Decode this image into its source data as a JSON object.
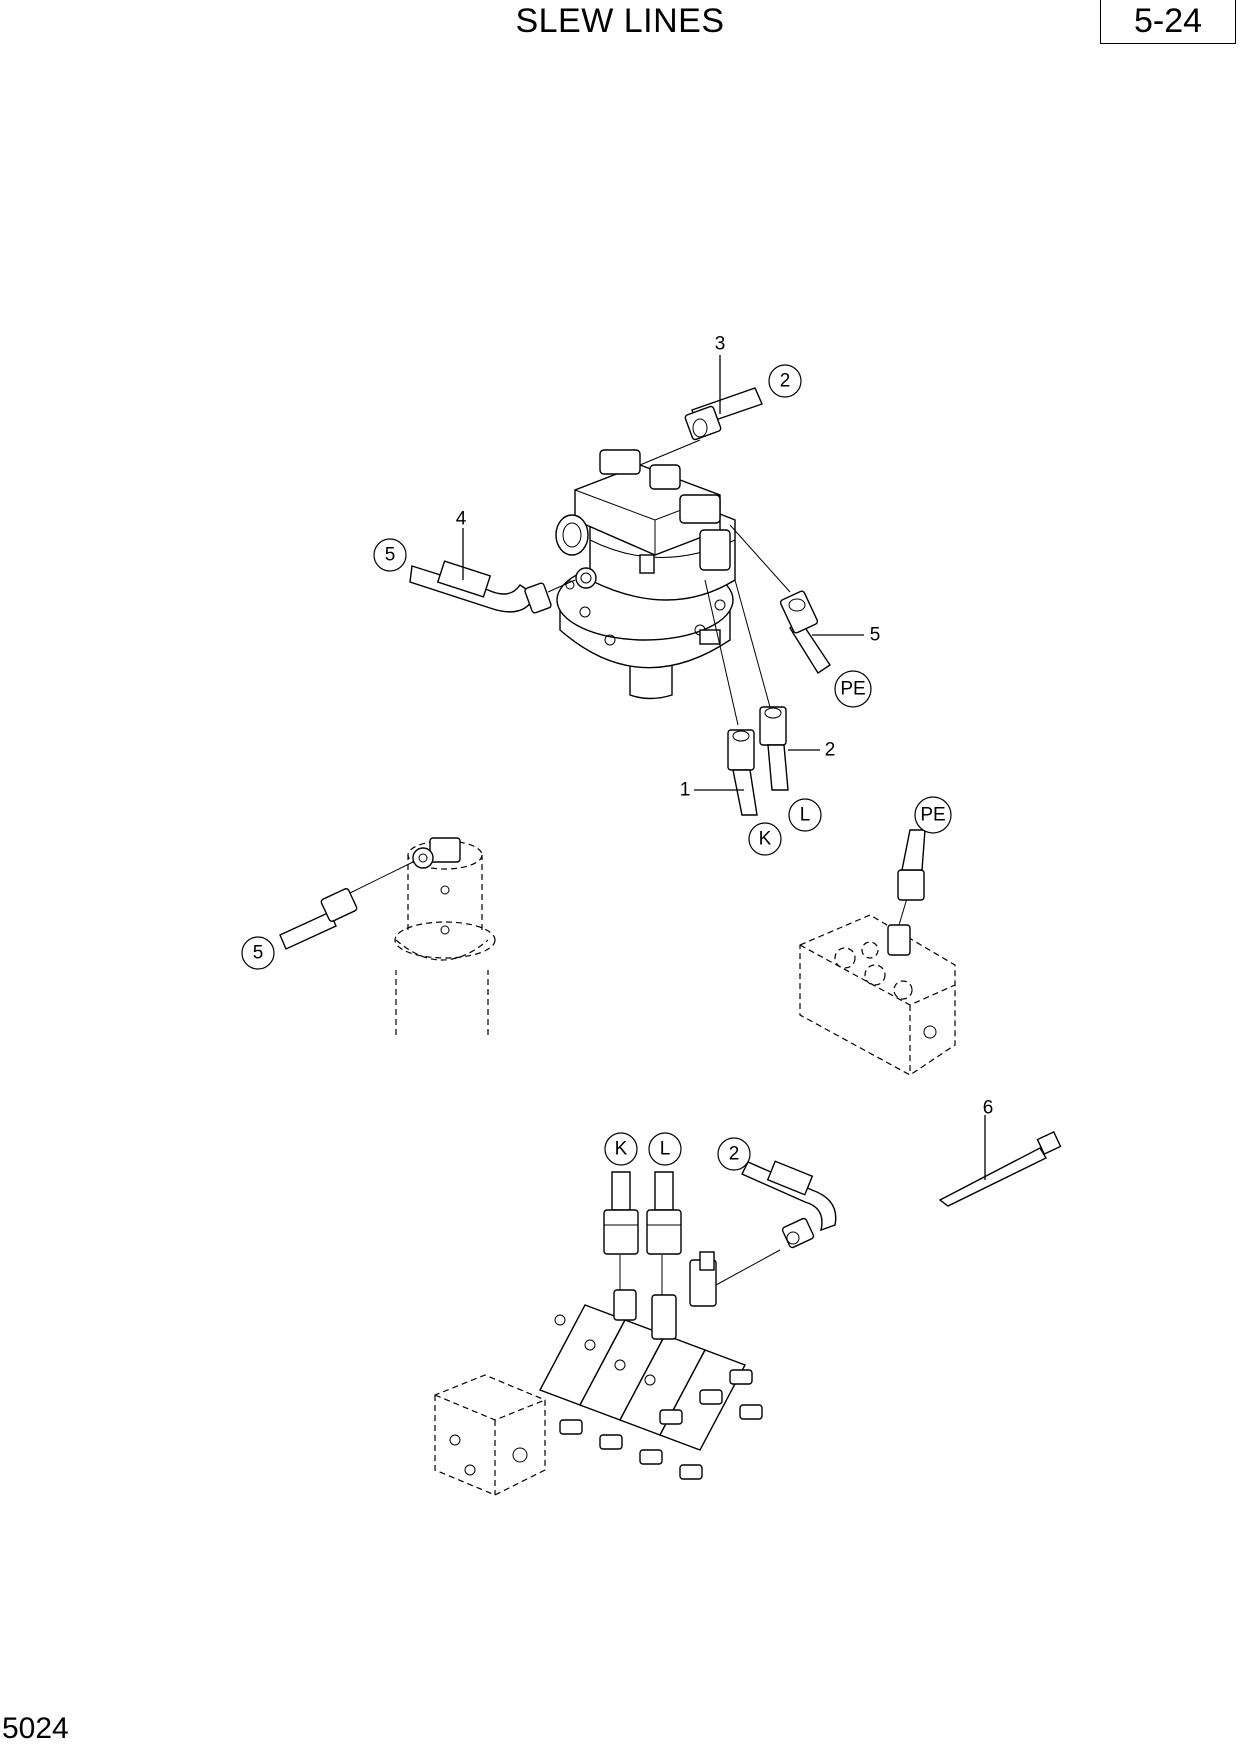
{
  "header": {
    "title": "SLEW LINES",
    "page_number": "5-24"
  },
  "footer": {
    "code": "5024"
  },
  "callouts": {
    "item_3": "3",
    "bubble_top_2": "2",
    "item_4": "4",
    "bubble_left_5": "5",
    "item_5_right": "5",
    "bubble_pe_top": "PE",
    "item_2_mid": "2",
    "item_1": "1",
    "bubble_l_top": "L",
    "bubble_k_top": "K",
    "bubble_pe_right": "PE",
    "bubble_5_swivel": "5",
    "item_6": "6",
    "bubble_k_bottom": "K",
    "bubble_l_bottom": "L",
    "bubble_2_bottom": "2"
  }
}
